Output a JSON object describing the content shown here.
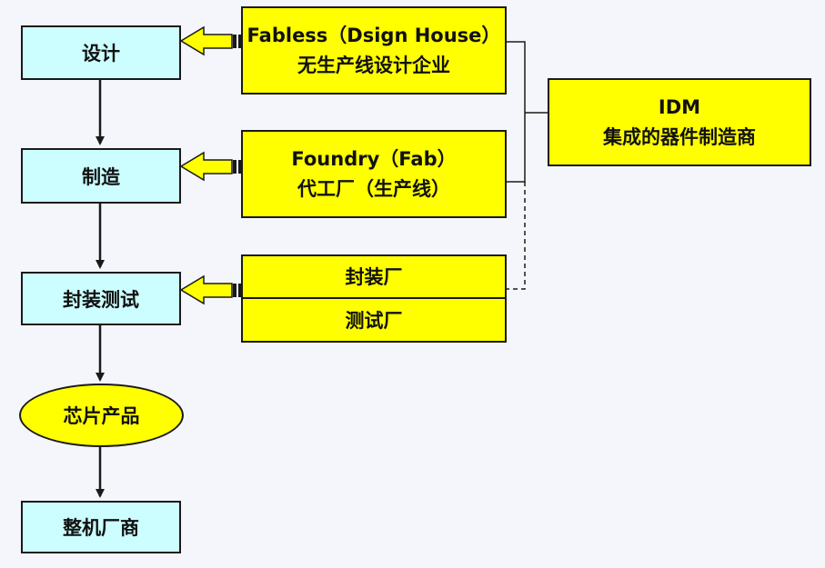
{
  "flow": {
    "design": "设计",
    "manufacture": "制造",
    "package_test": "封装测试",
    "chip_product": "芯片产品",
    "system_maker": "整机厂商"
  },
  "providers": {
    "fabless": {
      "title": "Fabless（Dsign House）",
      "subtitle": "无生产线设计企业"
    },
    "foundry": {
      "title": "Foundry（Fab）",
      "subtitle": "代工厂（生产线）"
    },
    "packaging_plant": "封装厂",
    "testing_plant": "测试厂"
  },
  "idm": {
    "title": "IDM",
    "subtitle": "集成的器件制造商"
  },
  "colors": {
    "process_box": "#ccfeff",
    "provider_box": "#ffff00",
    "arrow_fill": "#ffff00",
    "line": "#1a1a1a",
    "background": "#f4f6fb"
  }
}
